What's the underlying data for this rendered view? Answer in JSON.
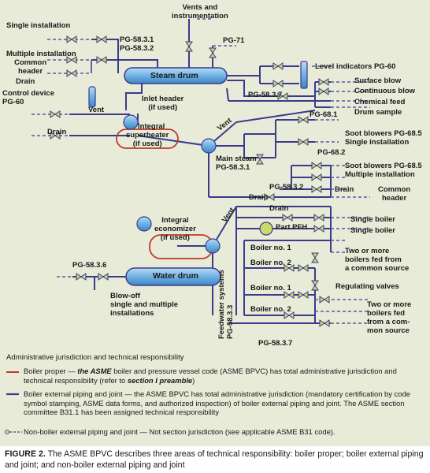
{
  "colors": {
    "background": "#e7ebd8",
    "solid_pipe": "#3b3a8c",
    "boiler_proper": "#c0392b",
    "non_boiler_pipe": "#5a57a8",
    "vessel_fill": "#7fb7e3",
    "valve_fill": "#c9d96b"
  },
  "labels": {
    "vents_instrumentation": "Vents and\ninstrumentation",
    "single_installation_top": "Single installation",
    "multiple_installation": "Multiple installation",
    "common_header_left": "Common\nheader",
    "drain_left": "Drain",
    "control_device": "Control device\nPG-60",
    "pg5831_5832": "PG-58.3.1\nPG-58.3.2",
    "pg71": "PG-71",
    "steam_drum": "Steam drum",
    "level_indicators": "Level indicators PG-60",
    "surface_blow": "Surface blow",
    "continuous_blow": "Continuous blow",
    "chemical_feed": "Chemical feed",
    "drum_sample": "Drum sample",
    "pg5837_top": "PG-58.3.7",
    "pg681": "PG-68.1",
    "inlet_header": "Inlet header\n(if used)",
    "vent_superheater": "Vent",
    "drain_superheater": "Drain",
    "integral": "Integral",
    "superheater": "superheater\n(if used)",
    "vent_diagonal": "Vent",
    "soot_blowers_single": "Soot blowers PG-68.5\nSingle installation",
    "pg682": "PG-68.2",
    "main_steam": "Main steam\nPG-58.3.1",
    "soot_blowers_multiple": "Soot blowers PG-68.5\nMultiple installation",
    "pg5832": "PG-58.3.2",
    "drain_right": "Drain",
    "common_header_right": "Common\nheader",
    "drain_mid": "Drain",
    "integral_economizer": "Integral\neconomizer\n(if used)",
    "vent_economizer": "Vent",
    "drain_economizer": "Drain",
    "single_boiler_1": "Single boiler",
    "single_boiler_2": "Single boiler",
    "part_pfh": "Part PFH",
    "boiler_no1_a": "Boiler no. 1",
    "boiler_no2_a": "Boiler no. 2",
    "two_or_more_common": "Two or more\nboilers fed from\na common source",
    "regulating_valves": "Regulating valves",
    "boiler_no1_b": "Boiler no. 1",
    "boiler_no2_b": "Boiler no. 2",
    "two_or_more_common_b": "Two or more\nboilers fed\nfrom a com-\nmon source",
    "feedwater": "Feedwater systems\nPG-58.3.3",
    "pg5837_bottom": "PG-58.3.7",
    "pg5836": "PG-58.3.6",
    "water_drum": "Water drum",
    "blow_off": "Blow-off\nsingle and multiple\ninstallations"
  },
  "legend": {
    "title": "Administrative jurisdiction and technical responsibility",
    "boiler_proper_prefix": "Boiler proper — ",
    "boiler_proper_italic": "the ASME",
    "boiler_proper_rest": " boiler and pressure vessel code (ASME BPVC) has total administrative jurisdiction and technical responsibility (refer to ",
    "boiler_proper_italic2": "section I preamble",
    "boiler_proper_end": ")",
    "external_piping": "Boiler external piping and joint — the ASME BPVC has total administrative jurisdiction (mandatory certification by code symbol stamping, ASME data forms, and authorized inspection) of boiler external piping and joint. The ASME section committee B31.1 has been assigned technical responsibility",
    "non_boiler": "Non-boiler external piping and joint — Not section jurisdiction (see applicable ASME B31 code)."
  },
  "caption": {
    "figure_label": "FIGURE 2.",
    "text": " The ASME BPVC describes three areas of technical responsibility: boiler proper; boiler external piping and joint; and non-boiler external piping and joint"
  }
}
